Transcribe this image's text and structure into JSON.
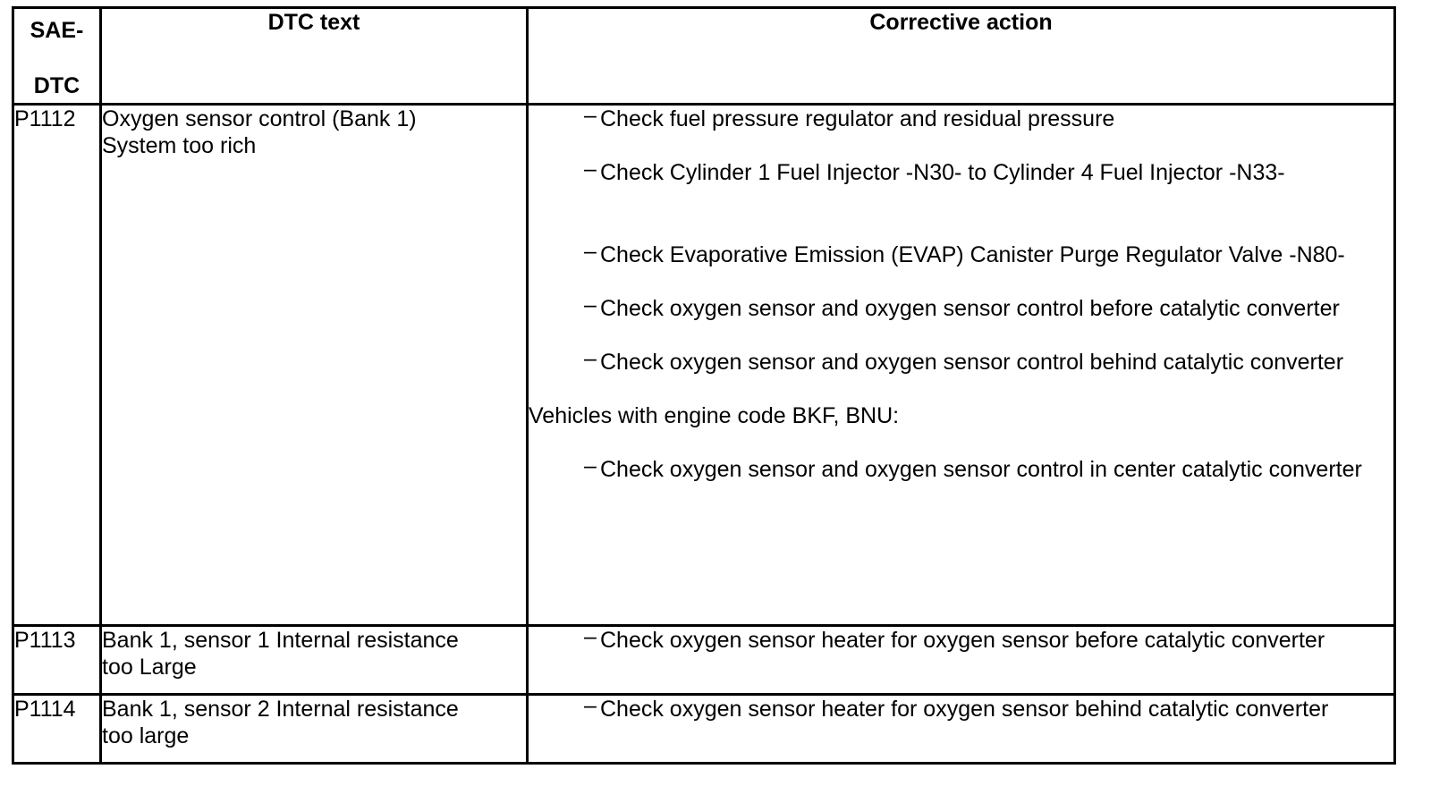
{
  "headers": {
    "code_line1": "SAE-",
    "code_line2": "DTC",
    "text": "DTC text",
    "action": "Corrective action"
  },
  "rows": [
    {
      "code": "P1112",
      "text_line1": "Oxygen sensor control (Bank 1)",
      "text_line2": "System too rich",
      "actions": [
        "Check fuel pressure regulator and residual pressure",
        "Check Cylinder 1 Fuel Injector -N30- to Cylinder 4 Fuel Injector -N33-",
        "Check Evaporative Emission (EVAP) Canister Purge Regulator Valve -N80-",
        "Check oxygen sensor and oxygen sensor control before catalytic converter",
        "Check oxygen sensor and oxygen sensor control behind catalytic converter"
      ],
      "note": "Vehicles with engine code BKF, BNU:",
      "note_actions": [
        "Check oxygen sensor and oxygen sensor control in center catalytic converter"
      ]
    },
    {
      "code": "P1113",
      "text_line1": "Bank 1, sensor 1 Internal resistance",
      "text_line2": "too Large",
      "actions": [
        "Check oxygen sensor heater for oxygen sensor before catalytic converter"
      ]
    },
    {
      "code": "P1114",
      "text_line1": "Bank 1, sensor 2 Internal resistance",
      "text_line2": "too large",
      "actions": [
        "Check oxygen sensor heater for oxygen sensor behind catalytic converter"
      ]
    }
  ],
  "dash_symbol": "–"
}
